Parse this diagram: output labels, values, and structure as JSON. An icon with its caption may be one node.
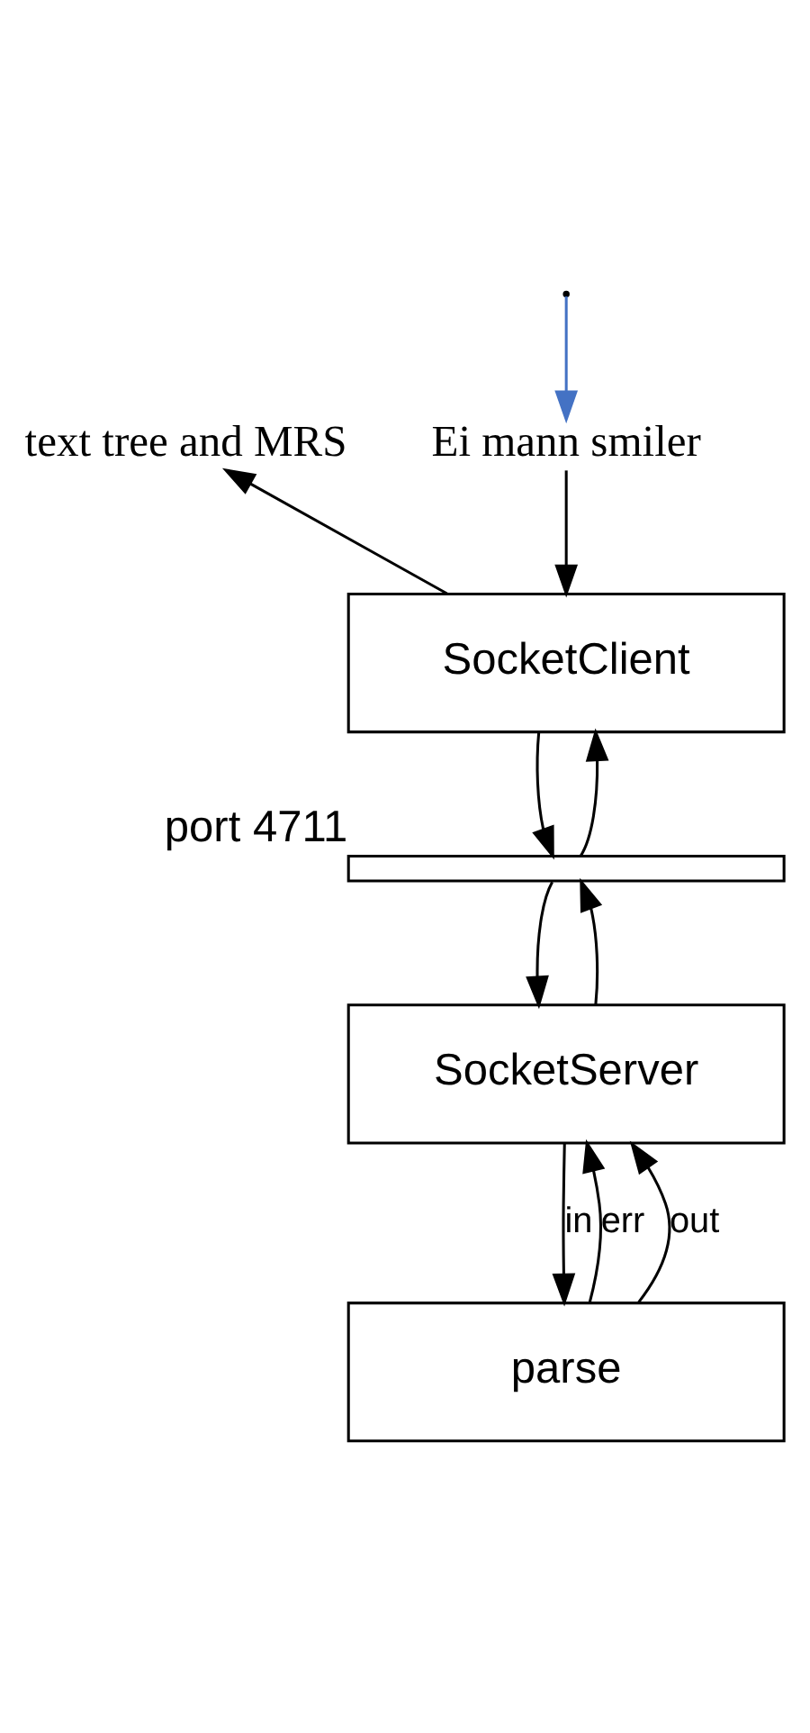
{
  "diagram": {
    "nodes": [
      {
        "text": [
          "Ei mann smiler"
        ]
      },
      {
        "text": [
          "text tree and MRS"
        ]
      },
      {
        "text": [
          "SocketClient"
        ]
      },
      {
        "text": [],
        "shape": "bar",
        "beside": [
          "port 4711"
        ]
      },
      {
        "text": [
          "SocketServer"
        ]
      },
      {
        "text": [
          "parse"
        ]
      }
    ],
    "edges": [
      {
        "from": null,
        "to": 0,
        "arrow": "to",
        "color": "#4472c4"
      },
      {
        "from": 0,
        "to": 2,
        "arrow": "to"
      },
      {
        "from": 2,
        "to": 1,
        "arrow": "to"
      },
      {
        "from": 2,
        "to": 3,
        "arrow": "to"
      },
      {
        "from": 3,
        "to": 2,
        "arrow": "to"
      },
      {
        "from": 3,
        "to": 4,
        "arrow": "to"
      },
      {
        "from": 4,
        "to": 3,
        "arrow": "to"
      },
      {
        "from": 4,
        "to": 5,
        "arrow": "to",
        "label": "in"
      },
      {
        "from": 5,
        "to": 4,
        "arrow": "to",
        "label": "err"
      },
      {
        "from": 5,
        "to": 4,
        "arrow": "to",
        "label": "out"
      }
    ]
  }
}
